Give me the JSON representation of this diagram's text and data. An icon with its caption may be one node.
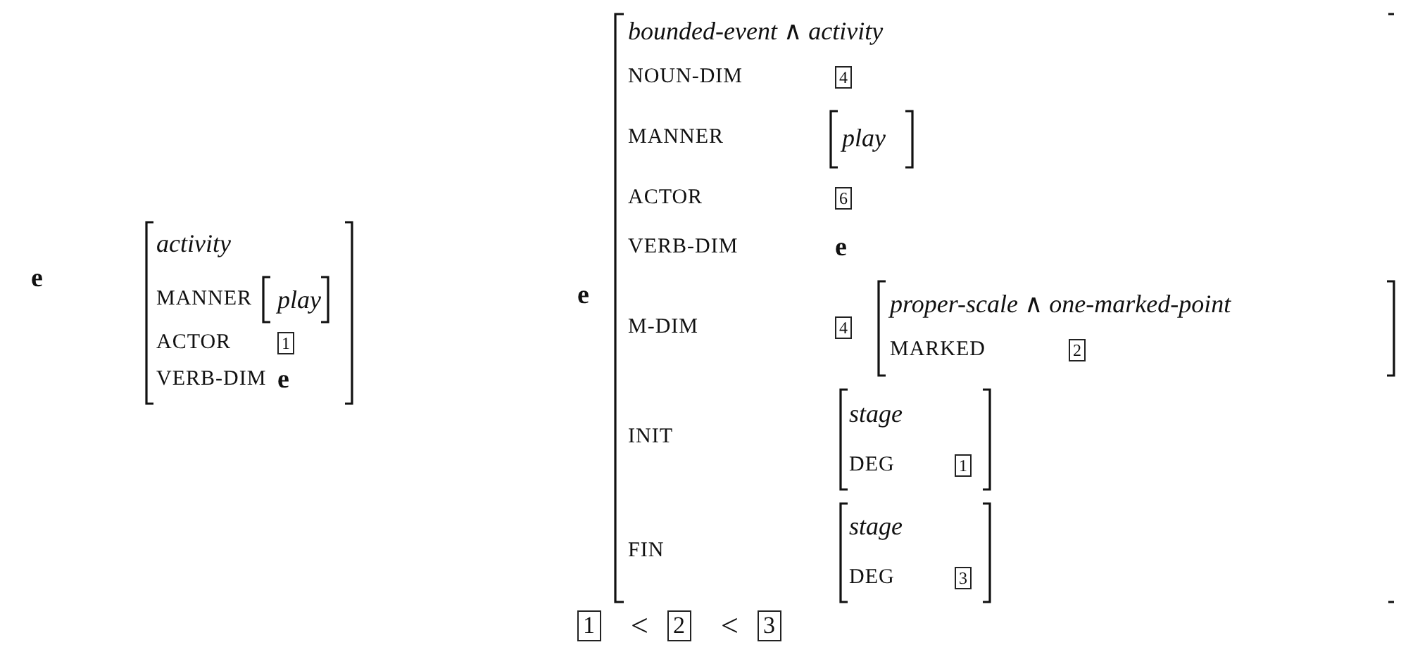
{
  "diagram": {
    "labels": [
      "e",
      "activity",
      "MANNER",
      "play",
      "ACTOR",
      "1",
      "VERB-DIM",
      "e",
      "e",
      "bounded-event ∧ activity",
      "NOUN-DIM",
      "4",
      "MANNER",
      "play",
      "ACTOR",
      "6",
      "VERB-DIM",
      "e",
      "M-DIM",
      "4",
      "proper-scale ∧ one-marked-point",
      "MARKED",
      "2",
      "INIT",
      "stage",
      "DEG",
      "1",
      "FIN",
      "stage",
      "DEG",
      "3",
      "1",
      "<",
      "2",
      "<",
      "3"
    ]
  }
}
